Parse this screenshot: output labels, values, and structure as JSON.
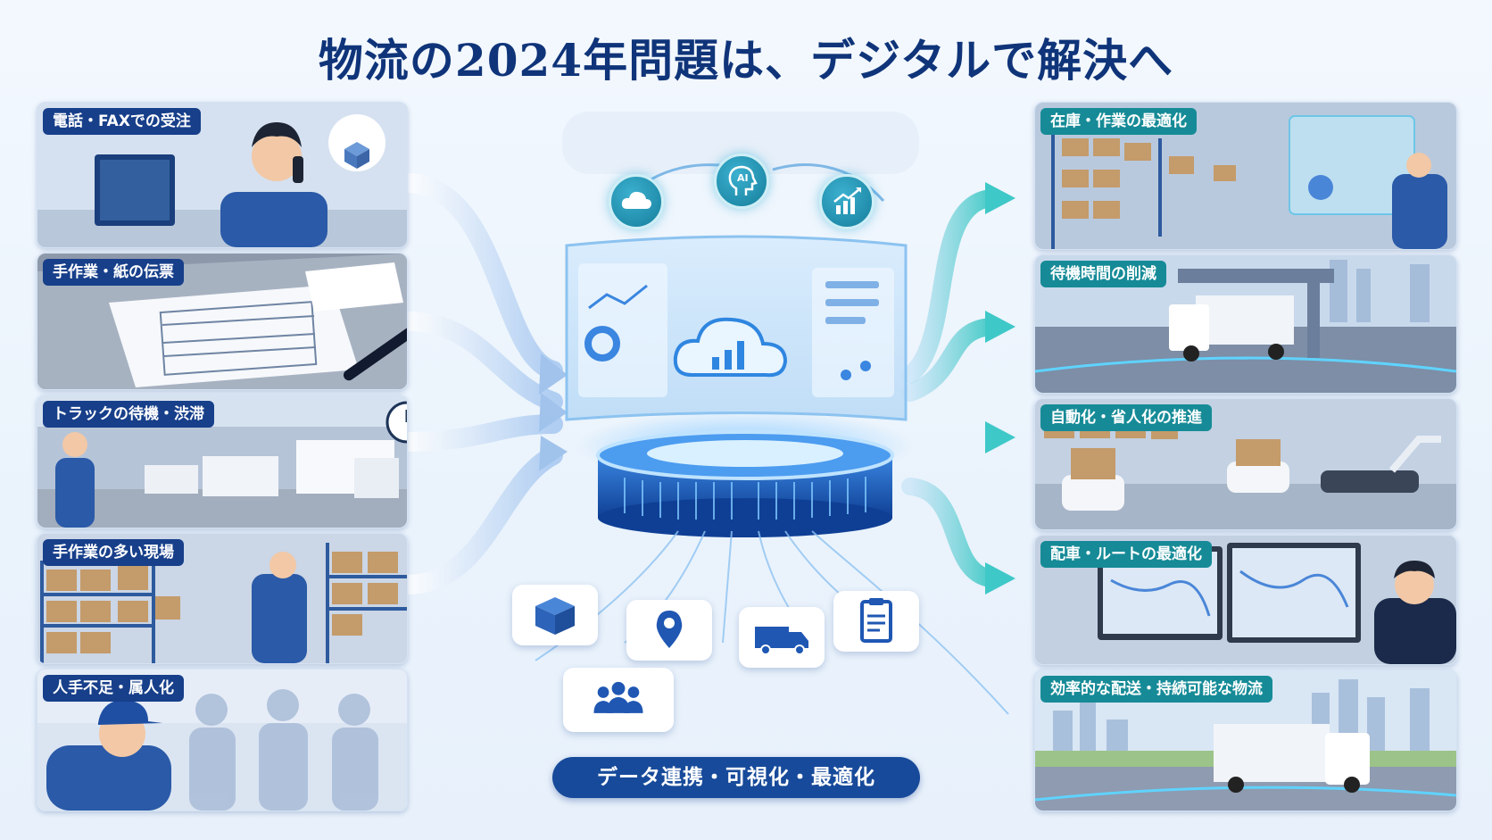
{
  "title": "物流の2024年問題は、デジタルで解決へ",
  "left_panels": [
    {
      "label": "電話・FAXでの受注"
    },
    {
      "label": "手作業・紙の伝票"
    },
    {
      "label": "トラックの待機・渋滞"
    },
    {
      "label": "手作業の多い現場"
    },
    {
      "label": "人手不足・属人化"
    }
  ],
  "right_panels": [
    {
      "label": "在庫・作業の最適化"
    },
    {
      "label": "待機時間の削減"
    },
    {
      "label": "自動化・省人化の推進"
    },
    {
      "label": "配車・ルートの最適化"
    },
    {
      "label": "効率的な配送・持続可能な物流"
    }
  ],
  "hub": {
    "top_icons": [
      "cloud-icon",
      "ai-head-icon",
      "growth-chart-icon"
    ],
    "ai_text": "AI",
    "bottom_tiles": [
      "box-icon",
      "location-pin-icon",
      "truck-icon",
      "clipboard-icon",
      "people-icon"
    ],
    "caption": "データ連携・可視化・最適化"
  },
  "colors": {
    "title": "#0f3479",
    "label_blue": "#173f8a",
    "label_teal": "#168b97",
    "badge": "#174a9a",
    "accent_cyan": "#2fb7c9",
    "arrow_teal": "#3fc8c8"
  }
}
